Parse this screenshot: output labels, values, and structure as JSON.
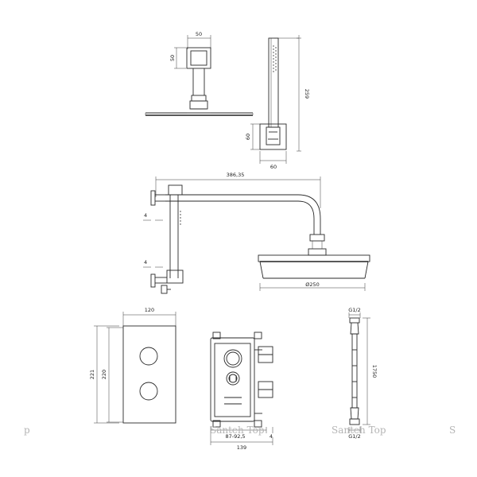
{
  "dimensions": {
    "shower_arm_width": "50",
    "shower_arm_height": "50",
    "hand_shower_length": "259",
    "holder_height": "60",
    "holder_width": "60",
    "arm_length": "386,35",
    "offset_top": "4",
    "offset_bottom": "4",
    "head_diameter": "Ø250",
    "panel_width": "120",
    "panel_height_outer": "221",
    "panel_height_inner": "220",
    "body_depth_range": "87-92,5",
    "body_depth_small": "4",
    "body_width": "139",
    "hose_top_thread": "G1/2",
    "hose_length": "1750",
    "hose_bottom_thread": "G1/2"
  },
  "watermarks": [
    "p",
    "Santeh Top",
    "Santeh Top",
    "S"
  ]
}
